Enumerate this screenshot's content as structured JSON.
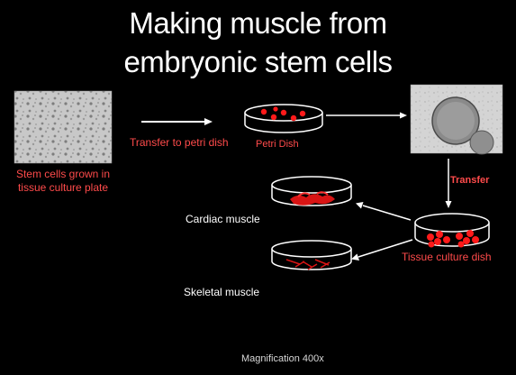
{
  "title": {
    "line1": "Making muscle from",
    "line2": "embryonic stem cells"
  },
  "labels": {
    "stem_cells_line1": "Stem cells grown in",
    "stem_cells_line2": "tissue culture plate",
    "transfer_to_petri": "Transfer to petri dish",
    "petri_dish": "Petri Dish",
    "transfer": "Transfer",
    "cardiac_muscle": "Cardiac muscle",
    "skeletal_muscle": "Skeletal muscle",
    "tissue_culture_dish": "Tissue culture dish",
    "magnification": "Magnification 400x"
  },
  "colors": {
    "background": "#000000",
    "label_red": "#ff4b4b",
    "cell_red": "#ff1a1a",
    "arrow": "#ffffff",
    "text_white": "#ffffff"
  }
}
